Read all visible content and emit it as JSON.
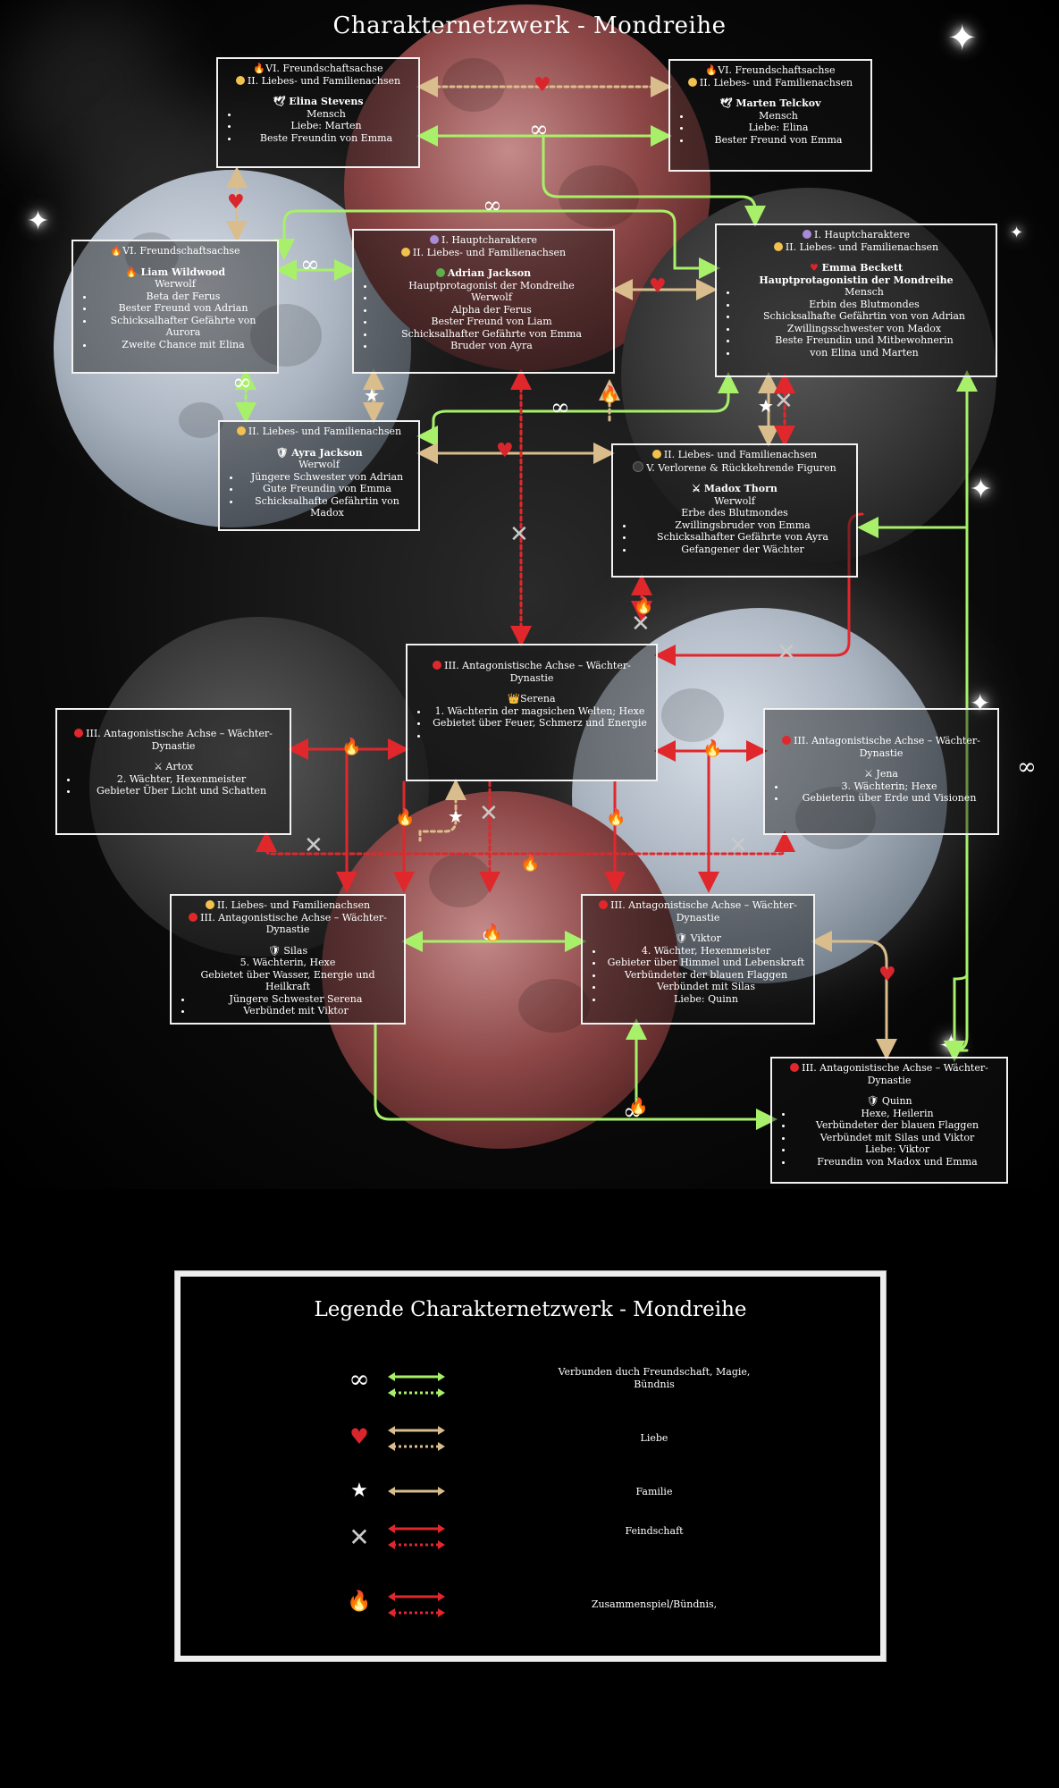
{
  "title": "Charakternetzwerk - Mondreihe",
  "colors": {
    "friendship": "#a8f06a",
    "love": "#d9bd8c",
    "enmity": "#e0282c",
    "heart": "#d9262c"
  },
  "boxes": {
    "elina": {
      "hdr1": "VI. Freundschaftsachse",
      "hdr2": "II. Liebes- und Familienachsen",
      "name": "Elina Stevens",
      "items": [
        "Mensch",
        "Liebe: Marten",
        "Beste Freundin von Emma"
      ]
    },
    "marten": {
      "hdr1": "VI. Freundschaftsachse",
      "hdr2": "II. Liebes- und Familienachsen",
      "name": "Marten Telckov",
      "items": [
        "Mensch",
        "Liebe: Elina",
        "Bester Freund von Emma"
      ]
    },
    "liam": {
      "hdr1": "VI. Freundschaftsachse",
      "name": "Liam Wildwood",
      "line": "Werwolf",
      "items": [
        "Beta der Ferus",
        "Bester Freund von Adrian",
        "Schicksalhafter Gefährte von Aurora",
        "Zweite Chance mit Elina"
      ]
    },
    "adrian": {
      "hdr1": "I. Hauptcharaktere",
      "hdr2": "II. Liebes- und Familienachsen",
      "name": "Adrian Jackson",
      "items": [
        "Hauptprotagonist der Mondreihe",
        "Werwolf",
        "Alpha der Ferus",
        "Bester Freund von Liam",
        "Schicksalhafter Gefährte von Emma",
        "Bruder von Ayra"
      ]
    },
    "emma": {
      "hdr1": "I. Hauptcharaktere",
      "hdr2": "II. Liebes- und Familienachsen",
      "name": "Emma Beckett",
      "name2": "Hauptprotagonistin der Mondreihe",
      "items": [
        "Mensch",
        "Erbin des Blutmondes",
        "Schicksalhafte Gefährtin  von von Adrian",
        "Zwillingsschwester von Madox",
        "Beste Freundin und Mitbewohnerin",
        "von Elina und Marten"
      ]
    },
    "ayra": {
      "hdr1": "II. Liebes- und Familienachsen",
      "name": "Ayra Jackson",
      "line": "Werwolf",
      "items": [
        "Jüngere Schwester von Adrian",
        "Gute Freundin von Emma",
        "Schicksalhafte Gefährtin von Madox"
      ]
    },
    "madox": {
      "hdr1": "II. Liebes- und Familienachsen",
      "hdr2": "V. Verlorene & Rückkehrende Figuren",
      "name": "Madox Thorn",
      "line": "Werwolf",
      "line2": "Erbe des Blutmondes",
      "items": [
        "Zwillingsbruder von Emma",
        "Schicksalhafter Gefährte von Ayra",
        "Gefangener der Wächter"
      ]
    },
    "serena": {
      "hdr1": "III. Antagonistische Achse – Wächter-Dynastie",
      "name": "Serena",
      "items": [
        "1. Wächterin der magsichen Welten; Hexe",
        "Gebietet über Feuer, Schmerz und Energie",
        ""
      ]
    },
    "artox": {
      "hdr1": "III. Antagonistische Achse – Wächter-Dynastie",
      "name": "Artox",
      "items": [
        "2. Wächter, Hexenmeister",
        "Gebieter Über Licht und Schatten"
      ]
    },
    "jena": {
      "hdr1": "III. Antagonistische Achse – Wächter-Dynastie",
      "name": "Jena",
      "items": [
        "3. Wächterin; Hexe",
        "Gebieterin über Erde und Visionen"
      ]
    },
    "silas": {
      "hdr1": "II. Liebes- und Familienachsen",
      "hdr2": "III. Antagonistische Achse – Wächter-Dynastie",
      "name": "Silas",
      "line": "5. Wächterin, Hexe",
      "line2": "Gebietet über Wasser, Energie und Heilkraft",
      "items": [
        "Jüngere Schwester Serena",
        "Verbündet mit Viktor"
      ]
    },
    "viktor": {
      "hdr1": "III. Antagonistische Achse – Wächter-Dynastie",
      "name": "Viktor",
      "items": [
        "4. Wächter, Hexenmeister",
        "Gebieter über Himmel und Lebenskraft",
        "Verbündeter der blauen Flaggen",
        "Verbündet mit Silas",
        "Liebe: Quinn"
      ]
    },
    "quinn": {
      "hdr1": "III. Antagonistische Achse – Wächter-Dynastie",
      "name": "Quinn",
      "items": [
        "Hexe, Heilerin",
        "Verbündeter der blauen Flaggen",
        "Verbündet mit Silas und Viktor",
        "Liebe: Viktor",
        "Freundin von Madox und Emma"
      ]
    }
  },
  "icons": {
    "friendship": "infinity-icon",
    "love": "heart-icon",
    "family": "star-icon",
    "enmity": "crossed-swords-icon",
    "alliance": "fire-icon",
    "wolf": "wolf-paw-icon",
    "human": "dove-icon",
    "crown": "crown-icon",
    "shield": "shield-icon"
  },
  "legend": {
    "title": "Legende Charakternetzwerk - Mondreihe",
    "rows": [
      {
        "label": "Verbunden duch Freundschaft, Magie, Bündnis"
      },
      {
        "label": "Liebe"
      },
      {
        "label": "Familie"
      },
      {
        "label": "Feindschaft"
      },
      {
        "label": "Zusammenspiel/Bündnis,"
      }
    ]
  }
}
